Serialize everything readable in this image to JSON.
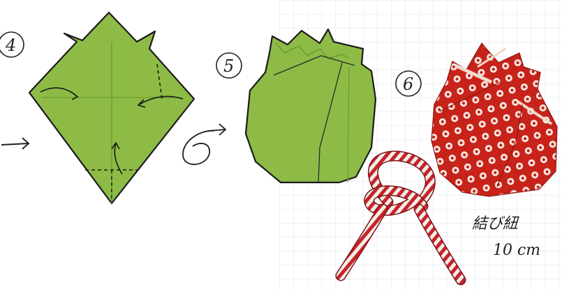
{
  "steps": {
    "step4": {
      "label": "4"
    },
    "step5": {
      "label": "5"
    },
    "step6": {
      "label": "6"
    }
  },
  "cord_note": {
    "name": "結び紐",
    "length": "10 cm"
  },
  "colors": {
    "green_paper": "#8dbb45",
    "green_dark": "#6f9c2f",
    "red_paper": "#c7231b",
    "dot_white": "#f7efe6",
    "cord_red": "#c6242a",
    "cord_white": "#f2efe9",
    "grid_line": "#dde6f0"
  },
  "icons": [
    "arrow-icon",
    "fold-arrow-icon",
    "turn-over-icon"
  ]
}
